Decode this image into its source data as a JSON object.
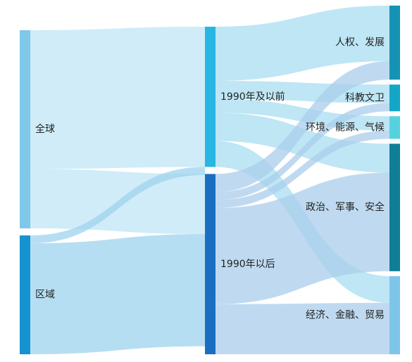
{
  "chart_data": {
    "type": "sankey",
    "nodes": [
      {
        "id": "global",
        "name": "全球",
        "column": 0,
        "value": 100,
        "color": "#7EC8EA"
      },
      {
        "id": "regional",
        "name": "区域",
        "column": 0,
        "value": 60,
        "color": "#1593D0"
      },
      {
        "id": "pre1990",
        "name": "1990年及以前",
        "column": 1,
        "value": 70,
        "color": "#29B6E3"
      },
      {
        "id": "post1990",
        "name": "1990年以后",
        "column": 1,
        "value": 90,
        "color": "#1A6FC3"
      },
      {
        "id": "human",
        "name": "人权、发展",
        "column": 2,
        "value": 36,
        "color": "#1592B4"
      },
      {
        "id": "sci",
        "name": "科教文卫",
        "column": 2,
        "value": 13,
        "color": "#14A6C6"
      },
      {
        "id": "env",
        "name": "环境、能源、气候",
        "column": 2,
        "value": 11,
        "color": "#56D2DE"
      },
      {
        "id": "pol",
        "name": "政治、军事、安全",
        "column": 2,
        "value": 62,
        "color": "#0F7E96"
      },
      {
        "id": "econ",
        "name": "经济、金融、贸易",
        "column": 2,
        "value": 38,
        "color": "#7EC5EA"
      }
    ],
    "links": [
      {
        "source": "global",
        "target": "pre1990",
        "value": 70
      },
      {
        "source": "global",
        "target": "post1990",
        "value": 30
      },
      {
        "source": "regional",
        "target": "pre1990",
        "value": 4
      },
      {
        "source": "regional",
        "target": "post1990",
        "value": 56
      },
      {
        "source": "pre1990",
        "target": "human",
        "value": 27
      },
      {
        "source": "pre1990",
        "target": "sci",
        "value": 9
      },
      {
        "source": "pre1990",
        "target": "env",
        "value": 7
      },
      {
        "source": "pre1990",
        "target": "pol",
        "value": 14
      },
      {
        "source": "pre1990",
        "target": "econ",
        "value": 13
      },
      {
        "source": "post1990",
        "target": "human",
        "value": 9
      },
      {
        "source": "post1990",
        "target": "sci",
        "value": 4
      },
      {
        "source": "post1990",
        "target": "env",
        "value": 4
      },
      {
        "source": "post1990",
        "target": "pol",
        "value": 48
      },
      {
        "source": "post1990",
        "target": "econ",
        "value": 25
      }
    ]
  }
}
